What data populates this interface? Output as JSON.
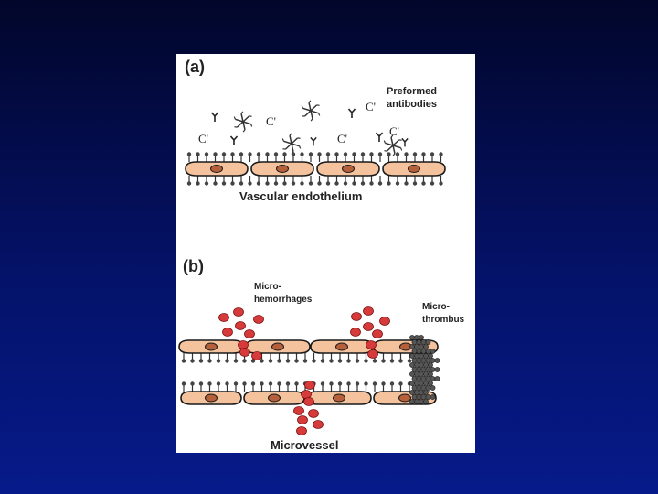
{
  "panel_a": {
    "tag": "(a)",
    "preformed_antibodies": [
      "Preformed",
      "antibodies"
    ],
    "complement": "C'",
    "vascular_endothelium": "Vascular endothelium"
  },
  "panel_b": {
    "tag": "(b)",
    "microhemorrhages": [
      "Micro-",
      "hemorrhages"
    ],
    "microthrombus": [
      "Micro-",
      "thrombus"
    ],
    "microvessel": "Microvessel"
  },
  "colors": {
    "background": "#041268",
    "cell_fill": "#f4c29c",
    "nucleus": "#b5603a",
    "rbc": "#d63a3a",
    "platelet": "#555555"
  }
}
